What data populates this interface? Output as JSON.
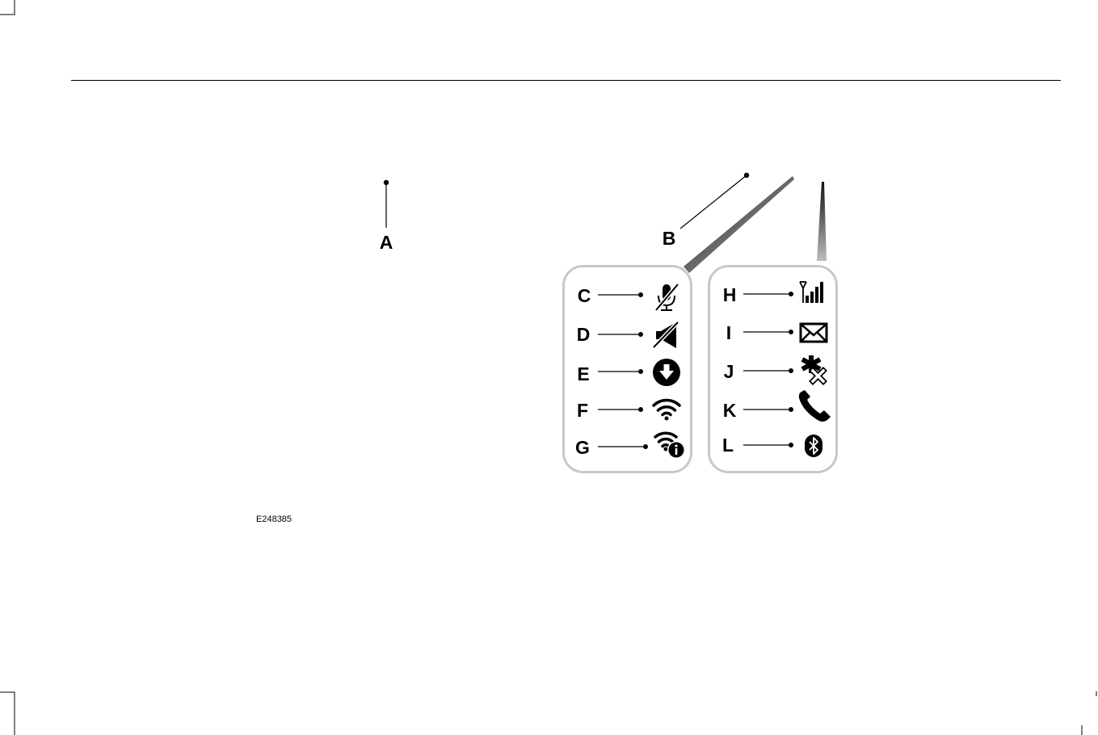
{
  "labels": {
    "a": "A",
    "b": "B",
    "c": "C",
    "d": "D",
    "e": "E",
    "f": "F",
    "g": "G",
    "h": "H",
    "i": "I",
    "j": "J",
    "k": "K",
    "l": "L"
  },
  "icons": {
    "c": "microphone-muted-icon",
    "d": "speaker-muted-icon",
    "e": "download-icon",
    "f": "wifi-icon",
    "g": "wifi-info-icon",
    "h": "signal-strength-icon",
    "i": "message-icon",
    "j": "emergency-assistance-off-icon",
    "k": "phone-icon",
    "l": "bluetooth-icon"
  },
  "figure_code": "E248385"
}
